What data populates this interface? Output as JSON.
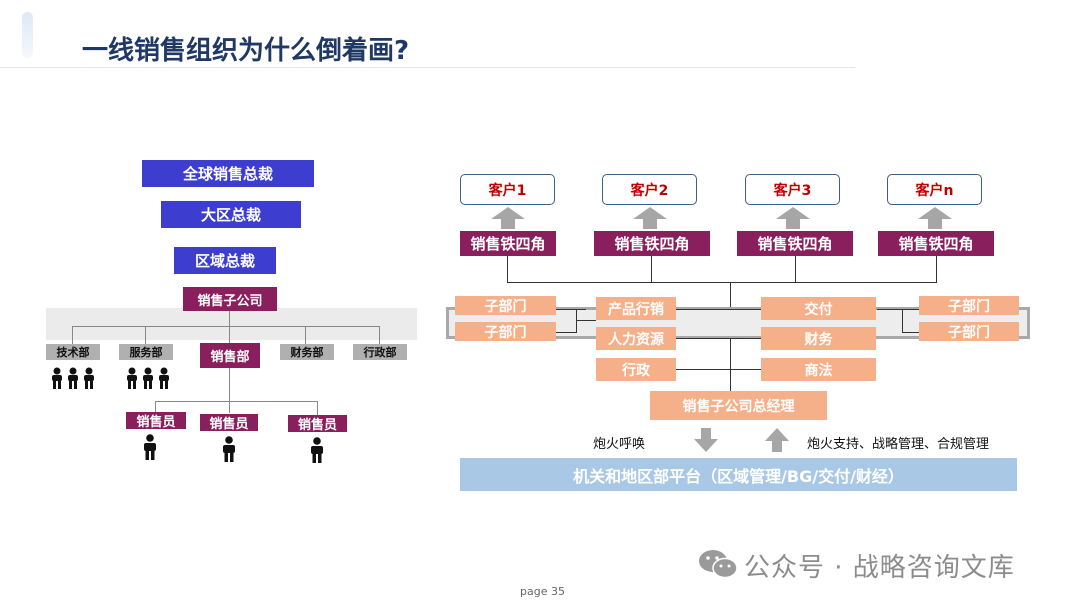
{
  "slide": {
    "title": "一线销售组织为什么倒着画?",
    "page_label": "page 35",
    "watermark": "公众号 · 战略咨询文库",
    "watermark_icon": "wechat-icon"
  },
  "left_chart": {
    "levels": [
      "全球销售总裁",
      "大区总裁",
      "区域总裁"
    ],
    "subsidiary": "销售子公司",
    "departments": [
      "技术部",
      "服务部",
      "销售部",
      "财务部",
      "行政部"
    ],
    "salespeople": [
      "销售员",
      "销售员",
      "销售员"
    ],
    "colors": {
      "level": "#3d3ed0",
      "subsidiary": "#8a1f5e",
      "department": "#b0b0b0"
    }
  },
  "right_chart": {
    "customers": [
      "客户1",
      "客户2",
      "客户3",
      "客户n"
    ],
    "iron_triangle": [
      "销售铁四角",
      "销售铁四角",
      "销售铁四角",
      "销售铁四角"
    ],
    "left_subdepts": [
      "子部门",
      "子部门"
    ],
    "right_subdepts": [
      "子部门",
      "子部门"
    ],
    "center_left": [
      "产品行销",
      "人力资源",
      "行政"
    ],
    "center_right": [
      "交付",
      "财务",
      "商法"
    ],
    "general_manager": "销售子公司总经理",
    "call_label": "炮火呼唤",
    "support_label": "炮火支持、战略管理、合规管理",
    "platform": "机关和地区部平台（区域管理/BG/交付/财经）",
    "colors": {
      "customer_text": "#c00000",
      "triangle": "#8a1f5e",
      "dept": "#f5b08a",
      "platform": "#a9c8e6"
    }
  }
}
